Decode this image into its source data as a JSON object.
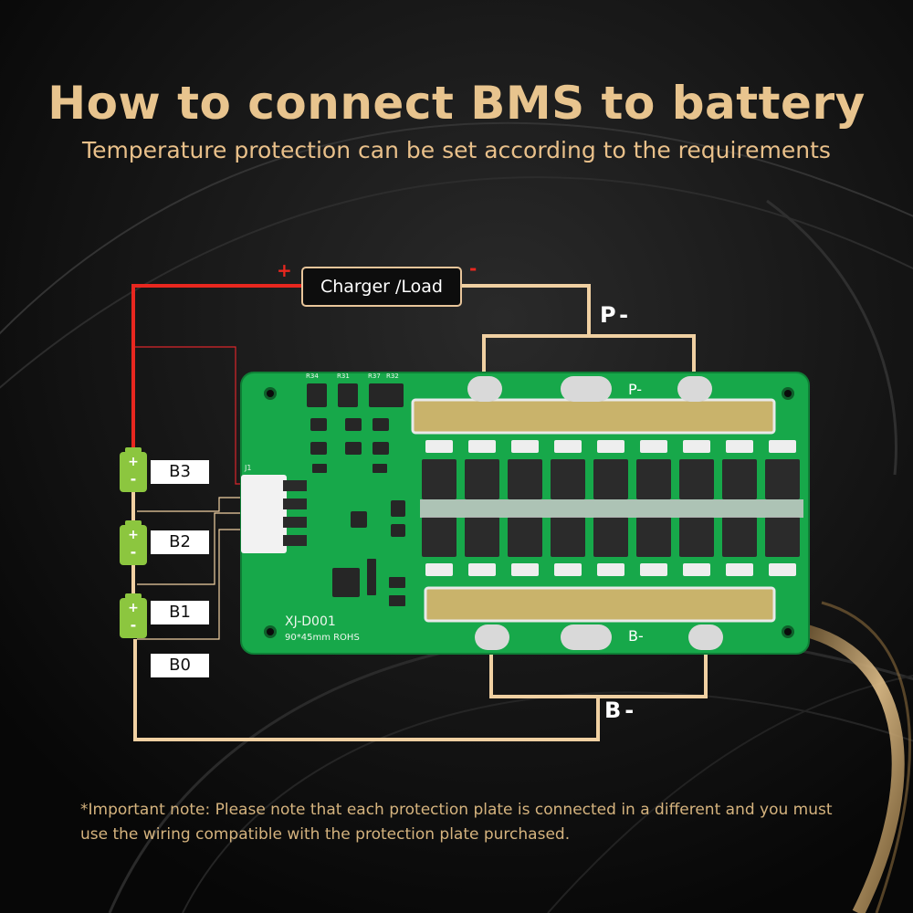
{
  "header": {
    "title": "How to connect BMS to battery",
    "subtitle": "Temperature protection can be set according to the requirements"
  },
  "charger": {
    "label": "Charger /Load",
    "plus": "+",
    "minus": "-"
  },
  "terminals": {
    "p_minus": "P-",
    "b_minus": "B-"
  },
  "balance_labels": [
    "B3",
    "B2",
    "B1",
    "B0"
  ],
  "board": {
    "model": "XJ-D001",
    "spec": "90*45mm ROHS",
    "pad_top": "P-",
    "pad_bottom": "B-",
    "resistor_labels": [
      "R34",
      "R31",
      "R37",
      "R32"
    ],
    "connector": "J1"
  },
  "note": "*Important note: Please note that each protection plate is connected in a different and you must use the wiring compatible with the protection plate purchased.",
  "colors": {
    "title": "#e8c48e",
    "wire_red": "#e8271f",
    "wire_tan": "#f0d0a2",
    "pcb_green": "#17a84a",
    "battery_green": "#8cc63f"
  }
}
